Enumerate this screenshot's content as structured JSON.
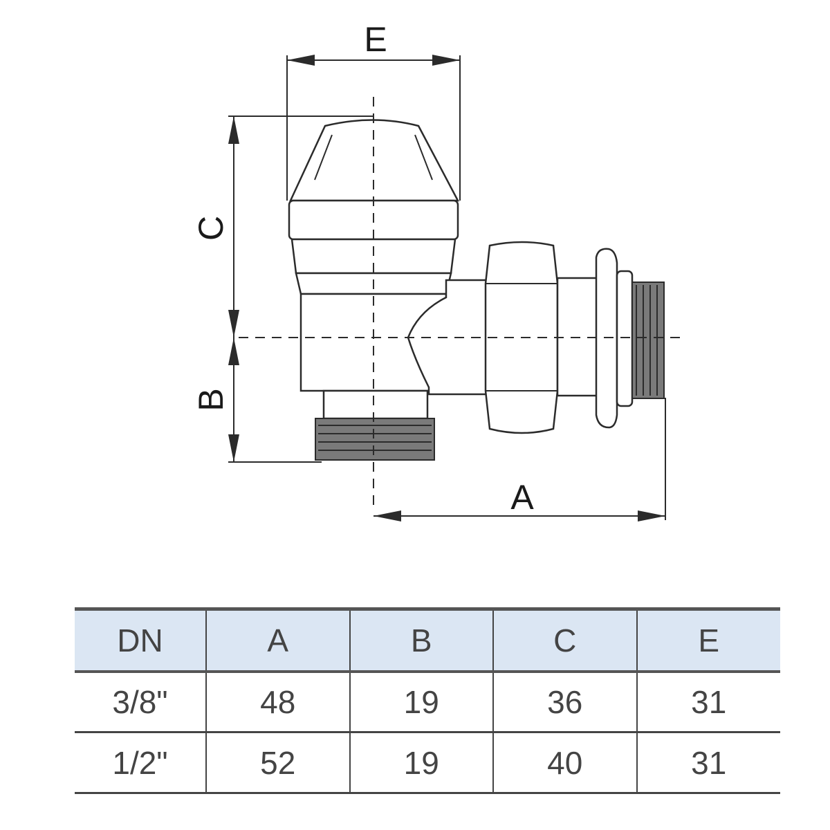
{
  "drawing": {
    "dimension_labels": {
      "A": "A",
      "B": "B",
      "C": "C",
      "E": "E"
    }
  },
  "table": {
    "headers": [
      "DN",
      "A",
      "B",
      "C",
      "E"
    ],
    "rows": [
      [
        "3/8\"",
        "48",
        "19",
        "36",
        "31"
      ],
      [
        "1/2\"",
        "52",
        "19",
        "40",
        "31"
      ]
    ]
  }
}
